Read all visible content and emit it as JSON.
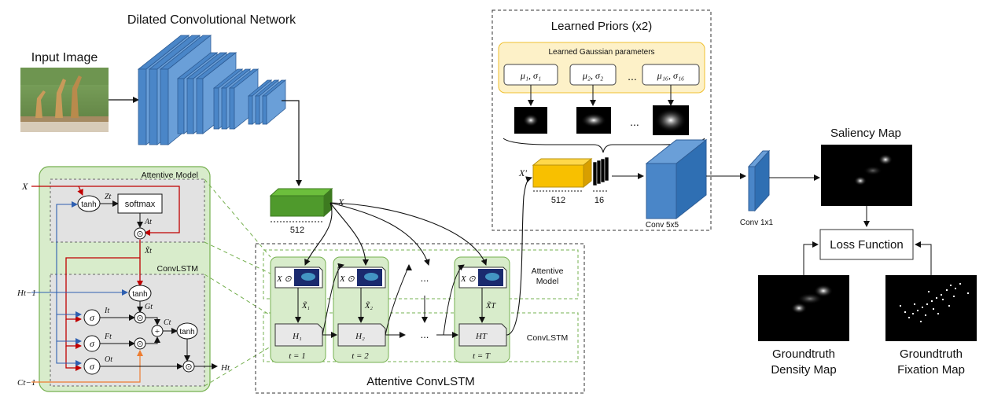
{
  "cnn": {
    "title": "Dilated Convolutional Network",
    "input_label": "Input Image",
    "feature_channels": "512",
    "feature_symbol": "X"
  },
  "priors": {
    "title": "Learned Priors (x2)",
    "gaussian_title": "Learned Gaussian parameters",
    "params": [
      "μ₁, σ₁",
      "μ₂, σ₂",
      "μ₁₆, σ₁₆"
    ],
    "ellipsis": "...",
    "xprime": "X′",
    "xprime_channels": "512",
    "prior_channels": "16",
    "conv5": "Conv 5x5",
    "conv1": "Conv 1x1"
  },
  "output": {
    "saliency": "Saliency Map",
    "loss": "Loss Function",
    "density": [
      "Groundtruth",
      "Density Map"
    ],
    "fixation": [
      "Groundtruth",
      "Fixation Map"
    ]
  },
  "lstm": {
    "title": "Attentive ConvLSTM",
    "attentive_model": [
      "Attentive",
      "Model"
    ],
    "convlstm": "ConvLSTM",
    "steps": [
      {
        "xt": "X̃₁",
        "h": "H₁",
        "t": "t = 1"
      },
      {
        "xt": "X̃₂",
        "h": "H₂",
        "t": "t = 2"
      },
      {
        "xt": "X̃T",
        "h": "HT",
        "t": "t = T"
      }
    ],
    "x_dot": "X ⊙",
    "dots": "..."
  },
  "detail": {
    "attentive_model": "Attentive Model",
    "convlstm": "ConvLSTM",
    "x": "X",
    "h_prev": "Ht−1",
    "c_prev": "Ct−1",
    "h_out": "Ht",
    "tanh": "tanh",
    "softmax": "softmax",
    "zt": "Zt",
    "at": "At",
    "xt": "X̃t",
    "gt": "Gt",
    "it": "It",
    "ft": "Ft",
    "ot": "Ot",
    "ct": "Ct",
    "sigma": "σ",
    "dot": "⊙",
    "plus": "+"
  },
  "colors": {
    "cnn_blue": "#4a86c8",
    "green_panel": "#d8eccb",
    "green_border": "#76b050",
    "feature_green": "#4f9a2c",
    "yellow_panel": "#fdf1c8",
    "yellow_border": "#f0c030",
    "prior_gold": "#f8c000",
    "red": "#c00000",
    "blue": "#2e5fb0",
    "orange": "#ed7d31"
  }
}
